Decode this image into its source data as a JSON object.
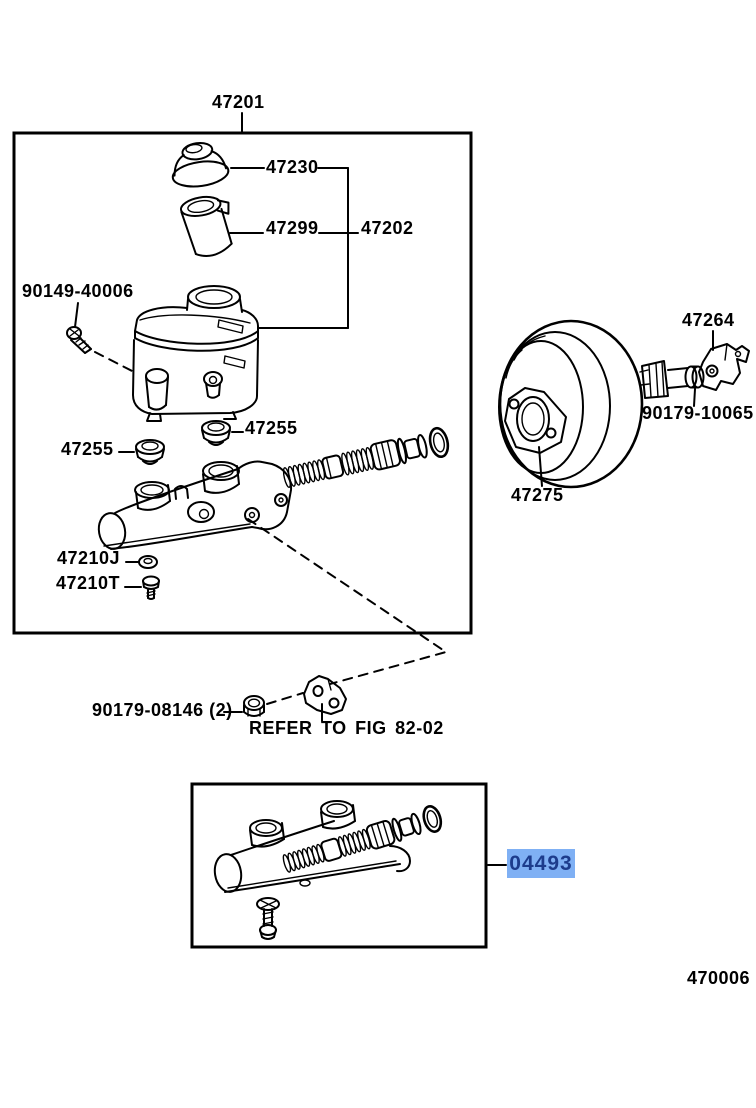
{
  "figure": {
    "background": "#ffffff",
    "line_color": "#000000",
    "highlight_bg": "#7fb0f4",
    "highlight_text_color": "#1d3c8c"
  },
  "callouts": {
    "master_cylinder_assy": "47201",
    "reservoir_cap": "47230",
    "reservoir_strainer": "47299",
    "reservoir_sub_assy": "47202",
    "reservoir_screw": "90149-40006",
    "grommet_upper": "47255",
    "grommet_lower": "47255",
    "gasket_washer": "47210J",
    "union_bolt": "47210T",
    "booster_clevis": "47264",
    "clevis_lock_nut": "90179-10065",
    "booster_gasket": "47275",
    "booster_mounting_nut": "90179-08146 (2)",
    "refer_note": "REFER TO FIG 82-02",
    "repair_kit": "04493",
    "figure_code": "470006"
  }
}
